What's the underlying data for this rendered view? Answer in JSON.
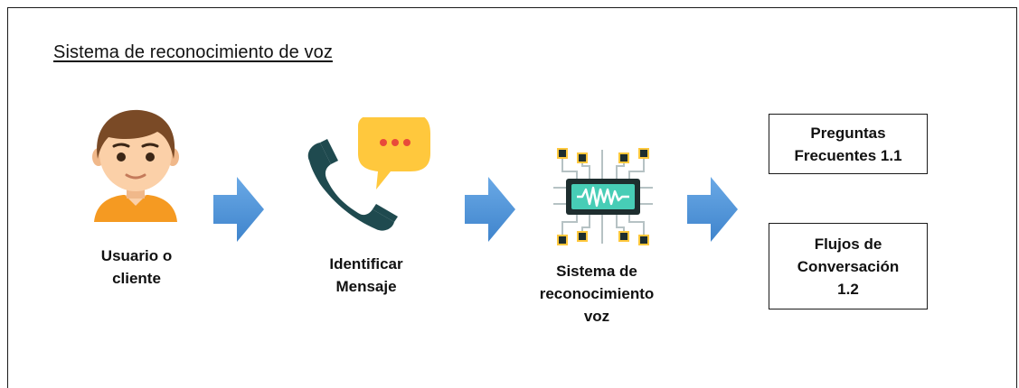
{
  "title": "Sistema de reconocimiento de voz",
  "steps": [
    {
      "line1": "Usuario o",
      "line2": "cliente"
    },
    {
      "line1": "Identificar",
      "line2": "Mensaje"
    },
    {
      "line1": "Sistema de",
      "line2": "reconocimiento",
      "line3": "voz"
    }
  ],
  "outputs": [
    {
      "line1": "Preguntas",
      "line2": "Frecuentes 1.1"
    },
    {
      "line1": "Flujos de",
      "line2": "Conversación",
      "line3": "1.2"
    }
  ],
  "icons": [
    "user-avatar-icon",
    "phone-chat-icon",
    "voice-chip-icon",
    "arrow-right-icon"
  ],
  "colors": {
    "arrow": "#4f93d8",
    "skin": "#fbd0a8",
    "hair": "#7a4a26",
    "shirt": "#f59a22",
    "phone": "#1f4a4f",
    "bubble": "#ffc83d",
    "chip": "#1e2e2f",
    "wave": "#47cdb6"
  }
}
